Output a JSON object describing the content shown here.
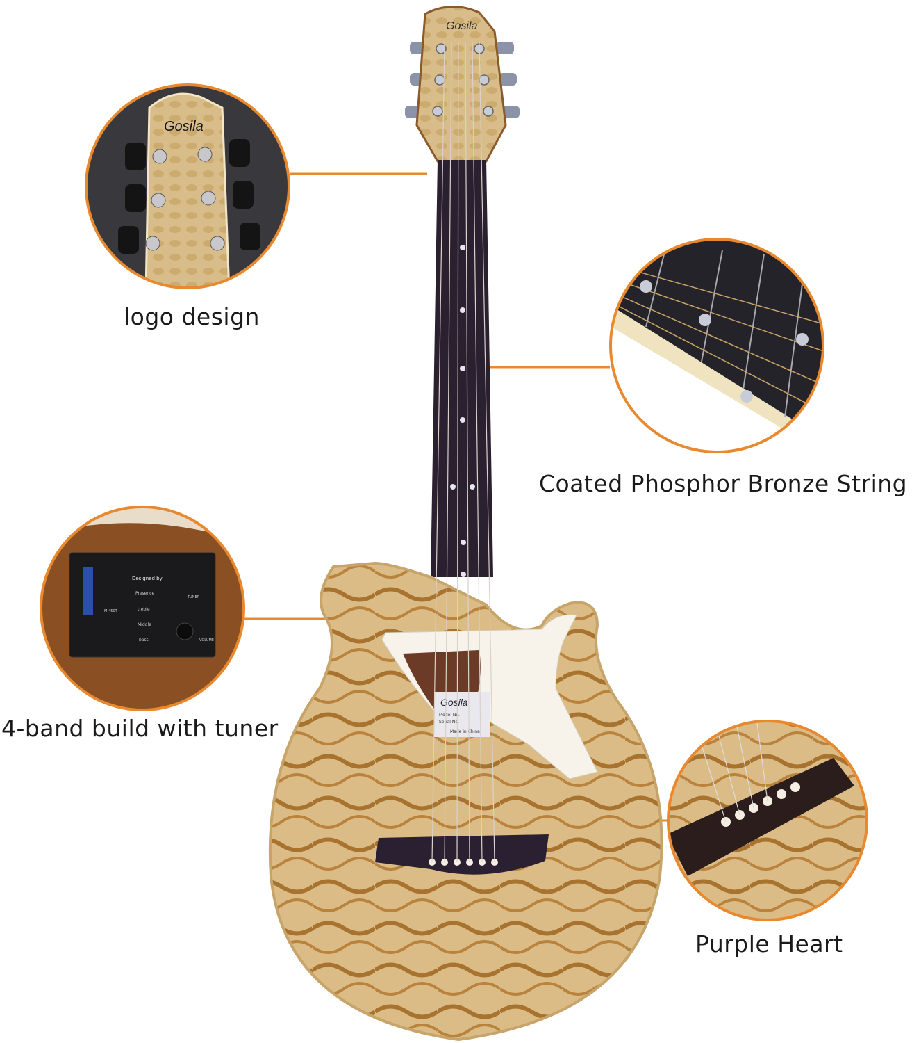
{
  "brand_logo": "Gosila",
  "colors": {
    "accent_orange": "#e8892f",
    "wood": "#d9b780",
    "wood_grain": "#a8722f",
    "fretboard": "#2a2030",
    "pickguard": "#f7f3ea"
  },
  "callouts": [
    {
      "label": "logo design",
      "detail": "headstock"
    },
    {
      "label": "Coated Phosphor Bronze String",
      "detail": "fretboard"
    },
    {
      "label": "4-band build with tuner",
      "detail": "preamp"
    },
    {
      "label": "Purple Heart",
      "detail": "bridge"
    }
  ],
  "preamp": {
    "designed_by": "Designed by",
    "controls": [
      "Presence",
      "treble",
      "Middle",
      "bass"
    ],
    "tuner": "TUNER",
    "volume": "VOLUME",
    "model": "M-450T"
  },
  "label_plate": {
    "model": "Model No.",
    "serial": "Serial No.",
    "origin": "Made in China"
  }
}
